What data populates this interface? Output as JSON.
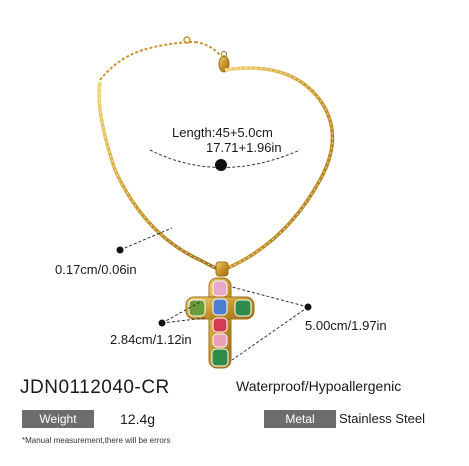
{
  "length_label": {
    "line1": "Length:45+5.0cm",
    "line2": "17.71+1.96in"
  },
  "chain_width": "0.17cm/0.06in",
  "pendant_height": "5.00cm/1.97in",
  "pendant_width": "2.84cm/1.12in",
  "sku": "JDN0112040-CR",
  "features": "Waterproof/Hypoallergenic",
  "specs": {
    "weight_label": "Weight",
    "weight_value": "12.4g",
    "metal_label": "Metal",
    "metal_value": "Stainless Steel"
  },
  "footnote": "*Manual measurement,there will be errors",
  "colors": {
    "gold": "#c9962b",
    "gold_light": "#e9c76a",
    "tag_gray": "#6d6d6d",
    "stones": [
      "#e7a8c9",
      "#d63a55",
      "#2f8b4a",
      "#6a9a3a",
      "#4c7fd0",
      "#e9a0b8"
    ]
  }
}
